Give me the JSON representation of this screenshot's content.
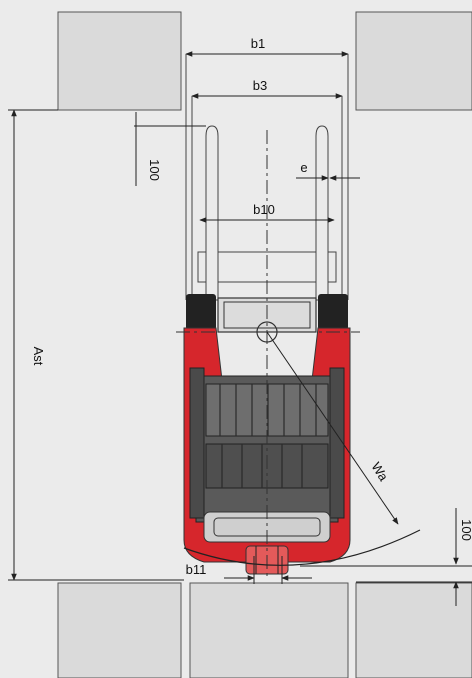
{
  "colors": {
    "background": "#ebebeb",
    "rack": "#dadada",
    "frame": "#4a4a4a",
    "chassis": "#5a5a5a",
    "accent_red": "#d6262c",
    "dim_line": "#222222"
  },
  "labels": {
    "b1": "b1",
    "b3": "b3",
    "b10": "b10",
    "b11": "b11",
    "e": "e",
    "ast": "Ast",
    "wa": "Wa",
    "dim_100_top": "100",
    "dim_100_right": "100"
  }
}
